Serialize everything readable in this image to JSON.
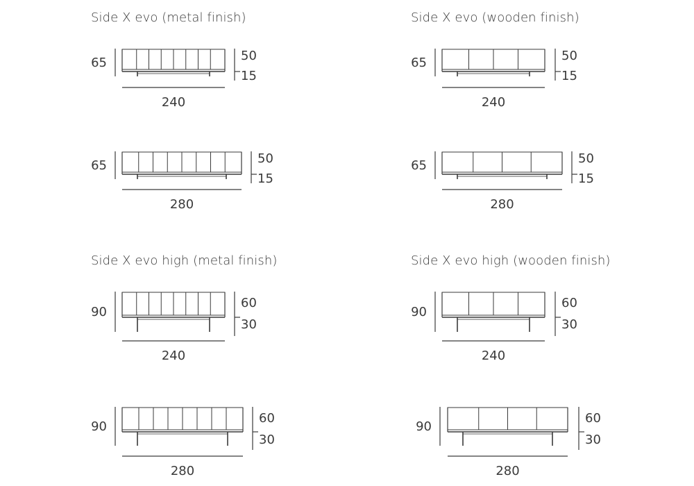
{
  "sections": [
    {
      "title": "Side X evo (metal finish)"
    },
    {
      "title": "Side X evo (wooden finish)"
    },
    {
      "title": "Side X evo high (metal finish)"
    },
    {
      "title": "Side X evo high (wooden finish)"
    }
  ],
  "drawings": [
    {
      "finish": "metal",
      "height": "65",
      "top": "50",
      "bottom": "15",
      "width": "240",
      "panels": 8
    },
    {
      "finish": "metal",
      "height": "65",
      "top": "50",
      "bottom": "15",
      "width": "280",
      "panels": 8
    },
    {
      "finish": "wooden",
      "height": "65",
      "top": "50",
      "bottom": "15",
      "width": "240",
      "panels": 4
    },
    {
      "finish": "wooden",
      "height": "65",
      "top": "50",
      "bottom": "15",
      "width": "280",
      "panels": 4
    },
    {
      "finish": "metal",
      "height": "90",
      "top": "60",
      "bottom": "30",
      "width": "240",
      "panels": 8
    },
    {
      "finish": "metal",
      "height": "90",
      "top": "60",
      "bottom": "30",
      "width": "280",
      "panels": 8
    },
    {
      "finish": "wooden",
      "height": "90",
      "top": "60",
      "bottom": "30",
      "width": "240",
      "panels": 4
    },
    {
      "finish": "wooden",
      "height": "90",
      "top": "60",
      "bottom": "30",
      "width": "280",
      "panels": 4
    }
  ],
  "colors": {
    "line": "#3a3a3a",
    "text": "#3a3a3a"
  }
}
